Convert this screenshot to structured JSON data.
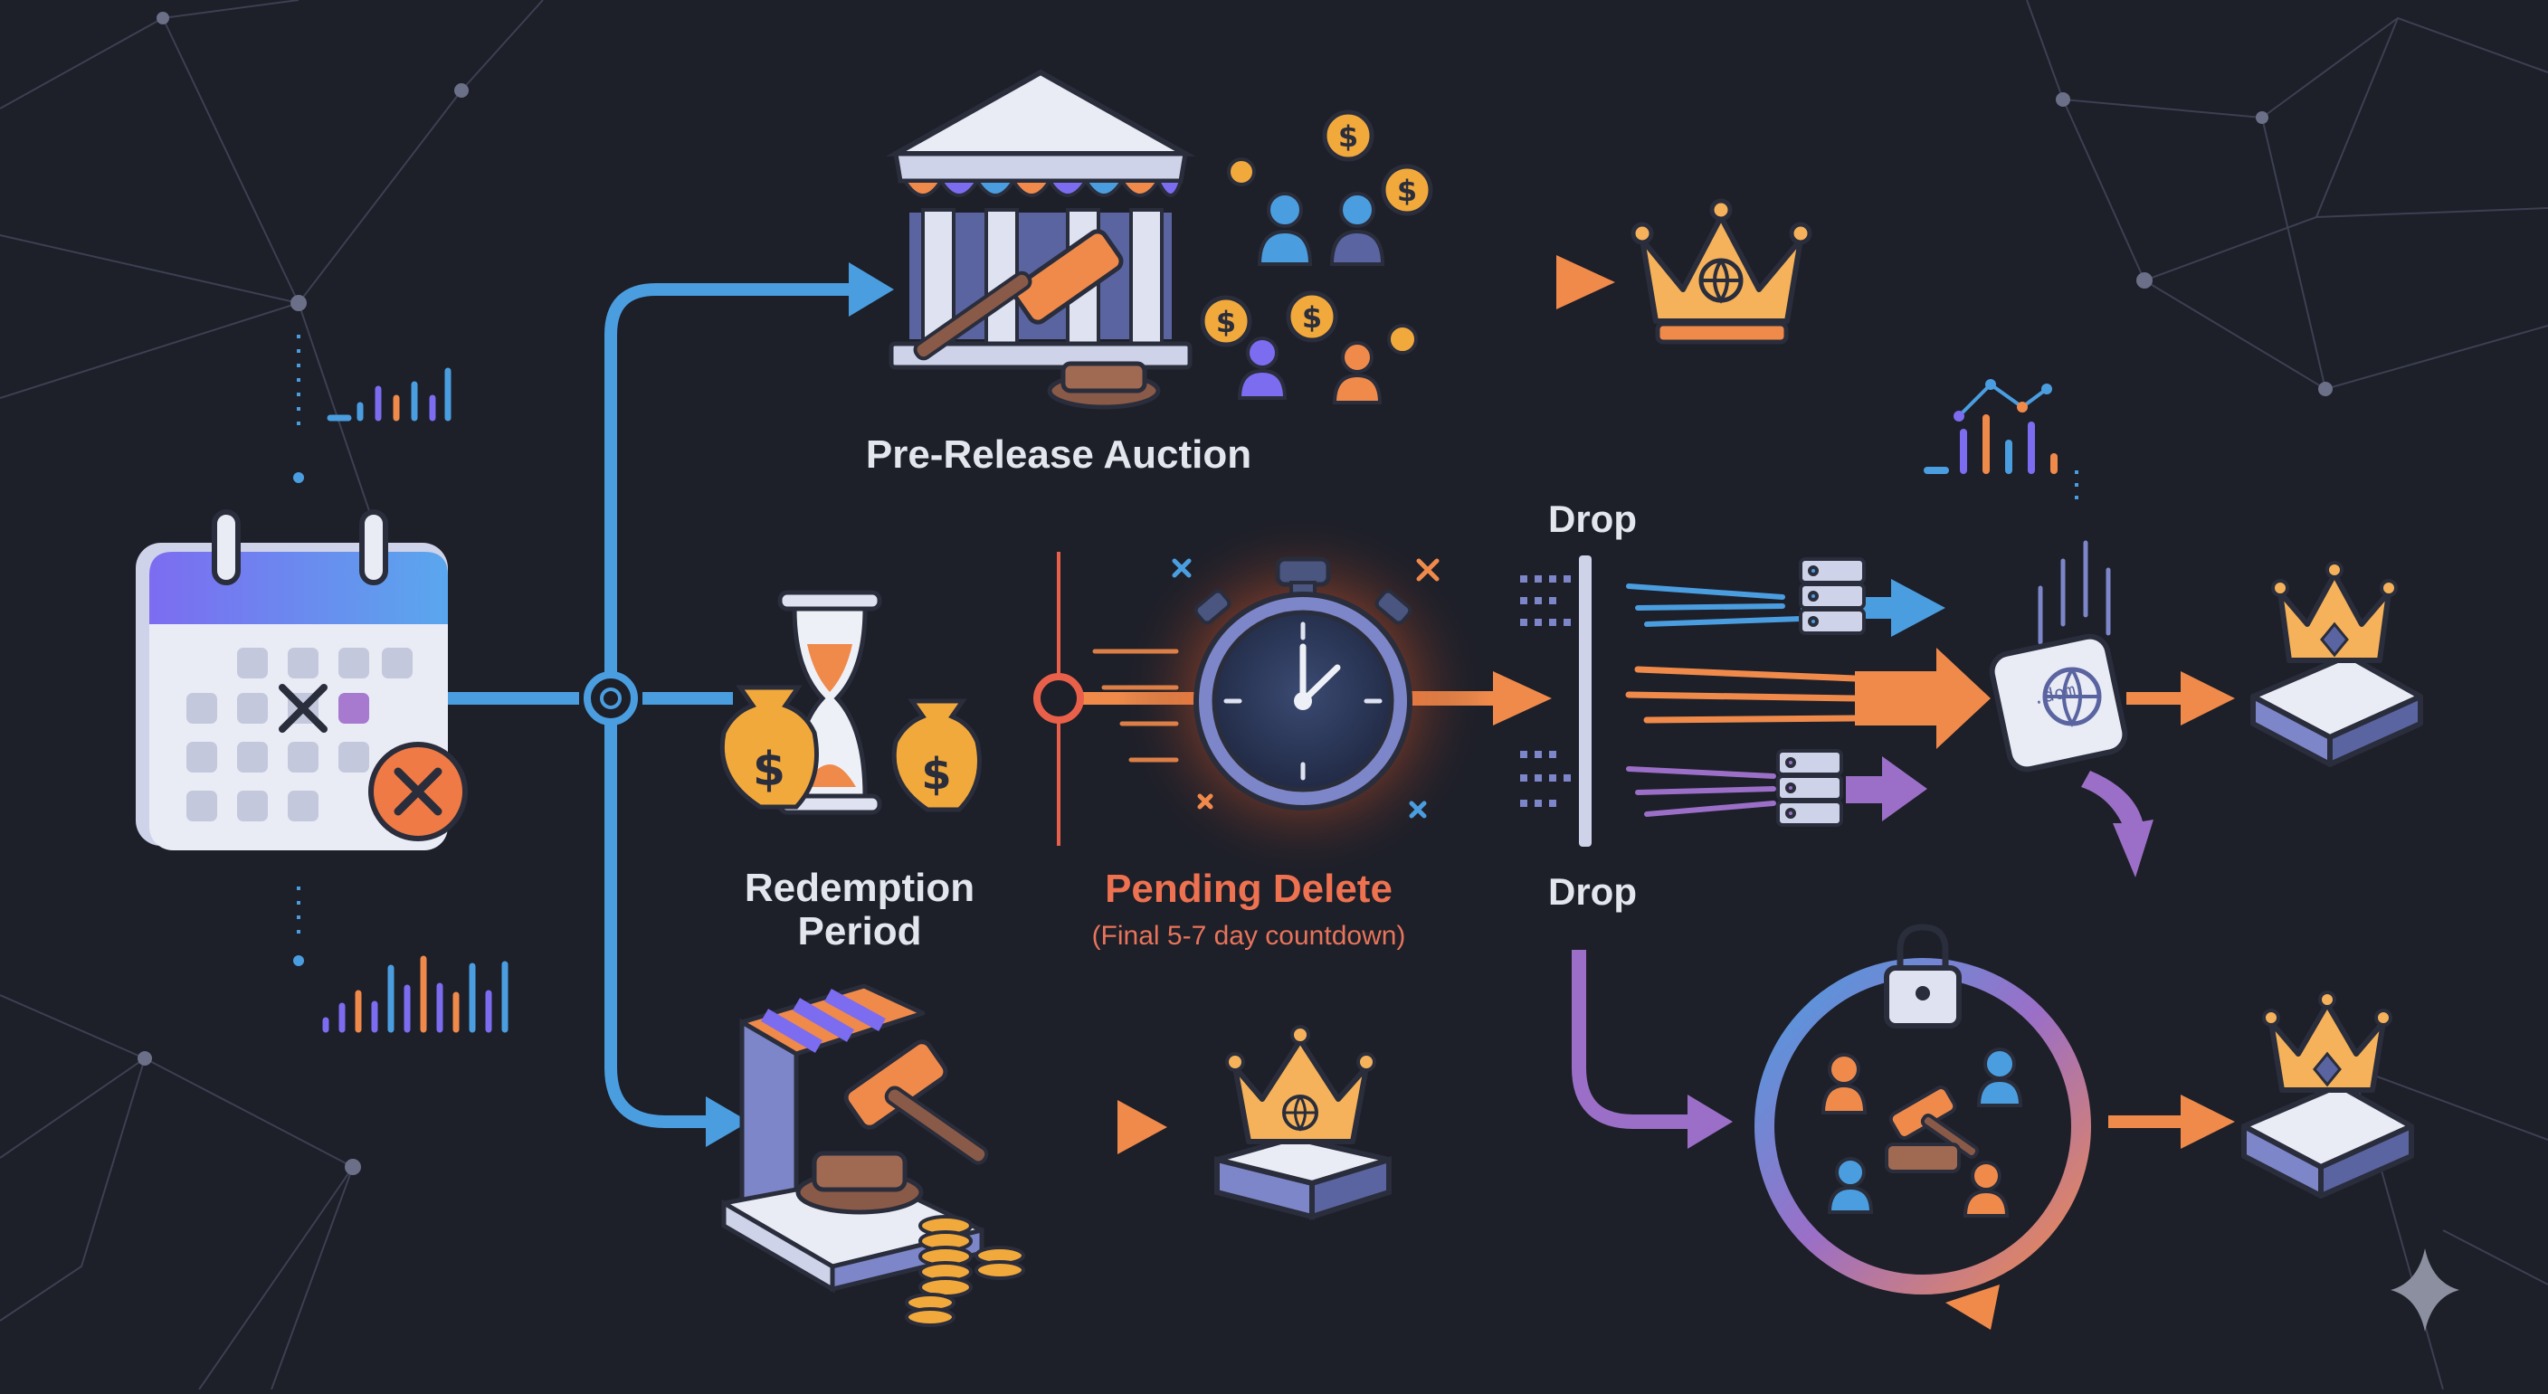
{
  "labels": {
    "pre_release_auction": "Pre-Release Auction",
    "redemption_line1": "Redemption",
    "redemption_line2": "Period",
    "pending_delete": "Pending Delete",
    "pending_delete_sub": "(Final 5-7 day countdown)",
    "drop_top": "Drop",
    "drop_bottom": "Drop",
    "dom_tag": ".dom"
  },
  "colors": {
    "background": "#1d1f29",
    "blue_flow": "#4a9ee0",
    "orange_flow": "#f08a4b",
    "purple_flow": "#9b6fc7",
    "pending_accent": "#ee7150",
    "crown": "#f5b25a",
    "coin": "#f2a93b"
  },
  "icons": [
    "calendar-x-icon",
    "bank-auction-icon",
    "dollar-coin-icon",
    "crowd-bidders-icon",
    "crown-globe-icon",
    "hourglass-icon",
    "money-bag-icon",
    "stopwatch-icon",
    "server-icon",
    "domain-tile-icon",
    "lock-icon",
    "cycle-arrows-icon",
    "market-stall-gavel-icon",
    "coin-stack-icon",
    "bar-chart-icon",
    "sparkle-icon"
  ]
}
